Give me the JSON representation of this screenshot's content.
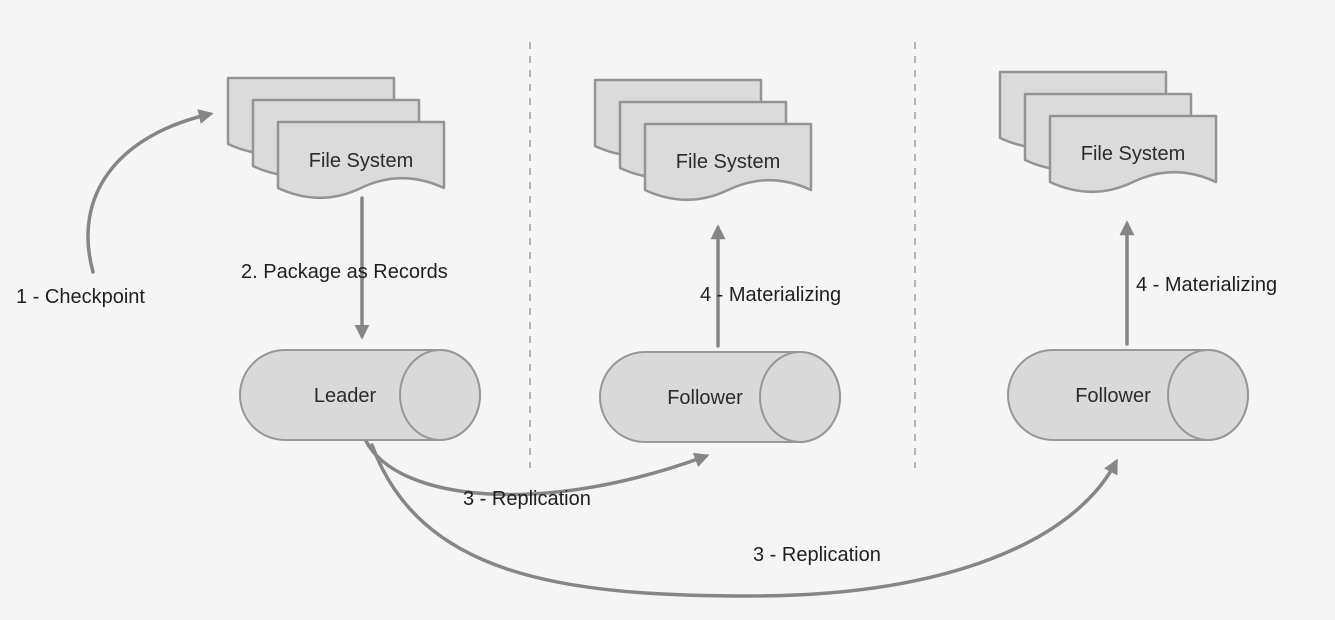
{
  "colors": {
    "background": "#f5f5f5",
    "shape_fill": "#dbdbdb",
    "shape_stroke": "#949494",
    "arrow": "#868686",
    "dashed_divider": "#b5b5b5",
    "text": "#1f1f1f"
  },
  "nodes": {
    "leader_fs": "File System",
    "follower1_fs": "File System",
    "follower2_fs": "File System",
    "leader": "Leader",
    "follower1": "Follower",
    "follower2": "Follower"
  },
  "labels": {
    "checkpoint": "1 - Checkpoint",
    "package": "2. Package as Records",
    "replication1": "3 - Replication",
    "replication2": "3 - Replication",
    "materializing1": "4 - Materializing",
    "materializing2": "4 - Materializing"
  }
}
